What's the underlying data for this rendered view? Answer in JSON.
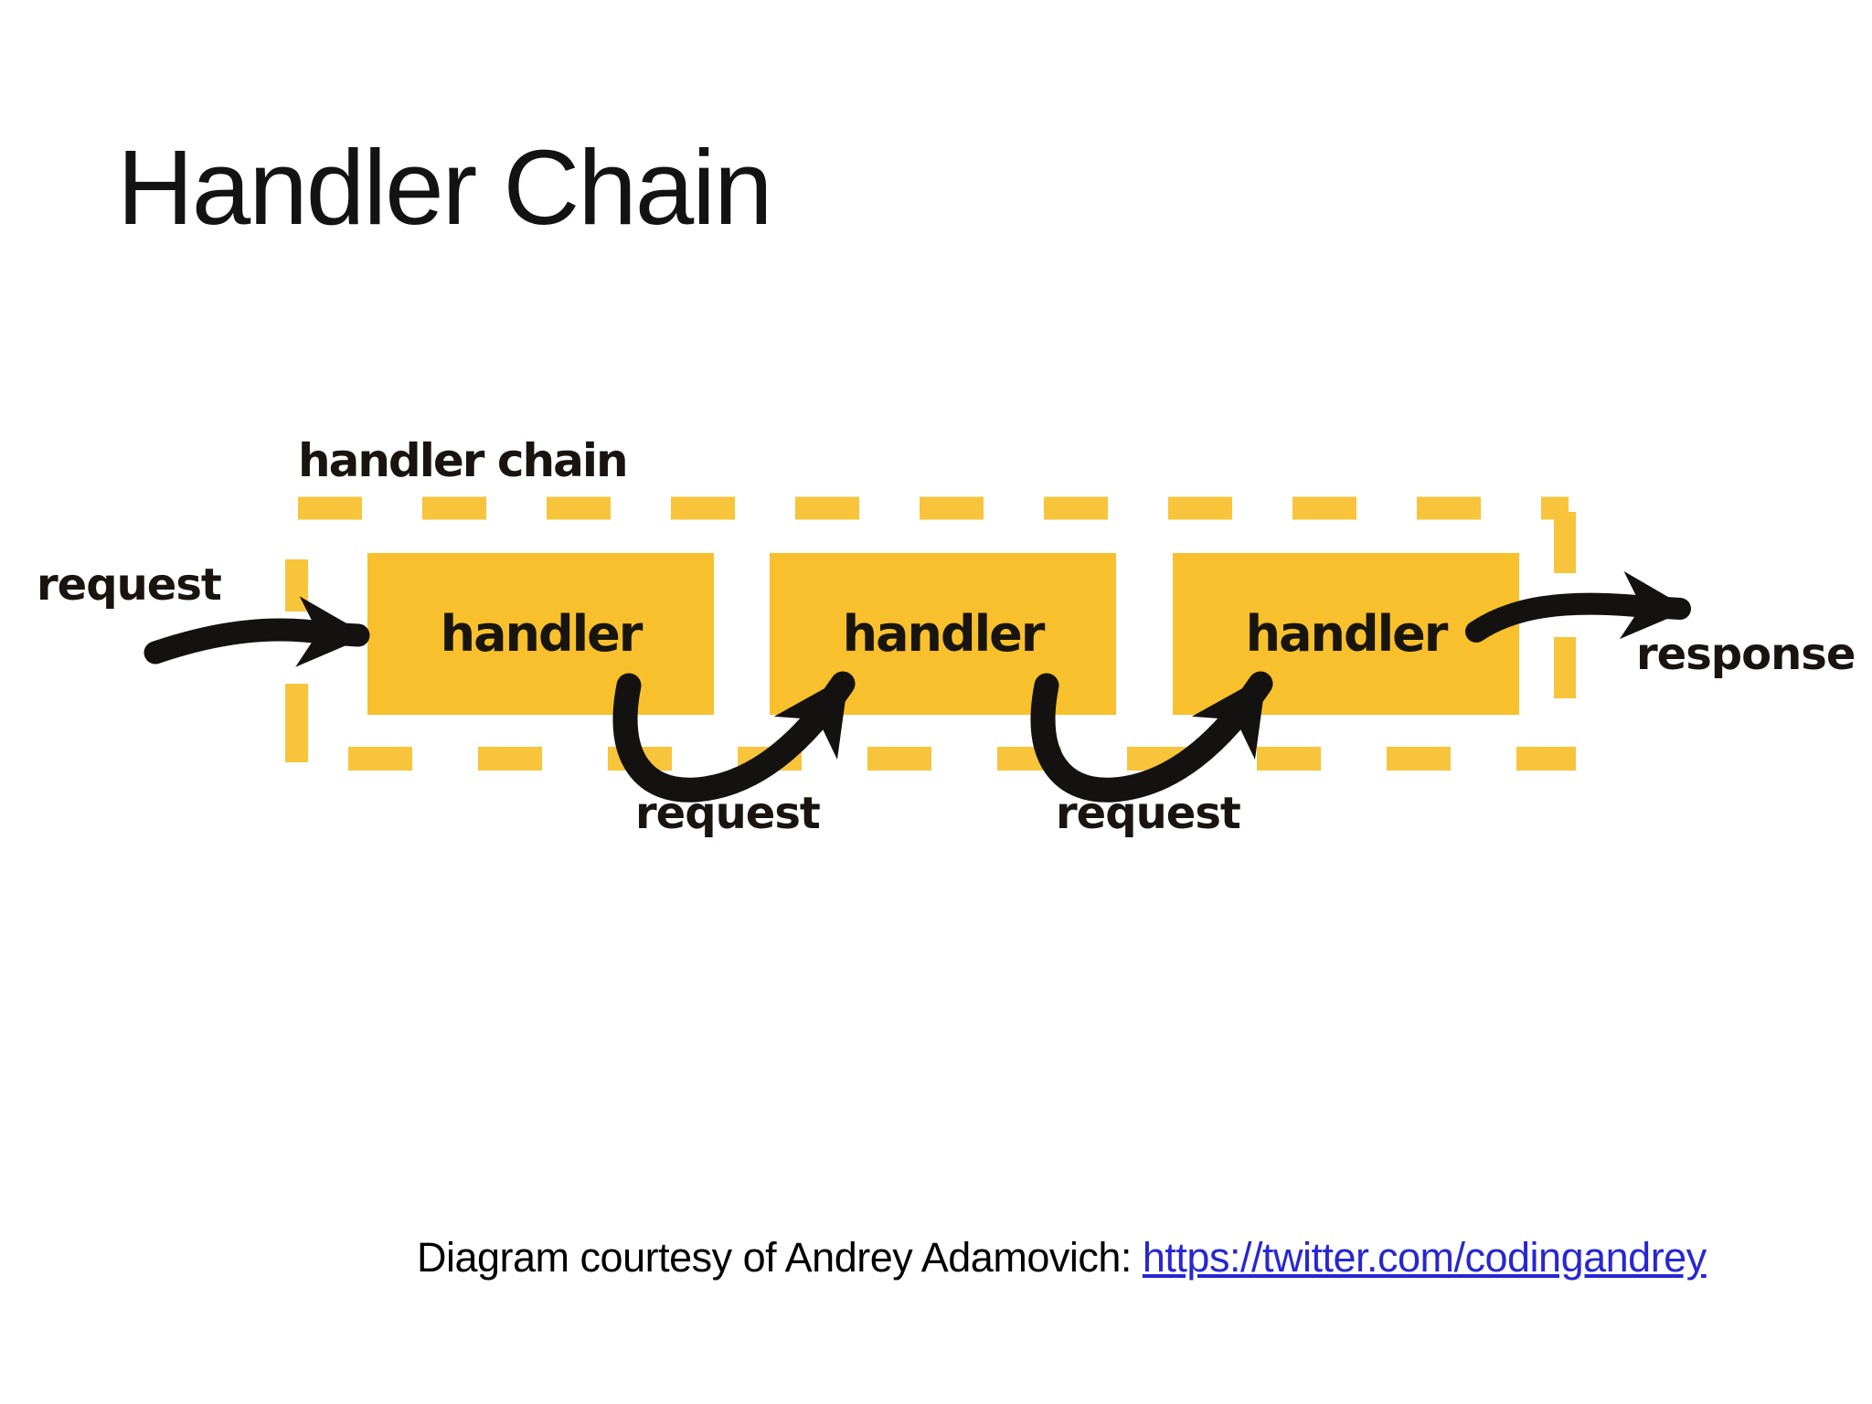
{
  "slide": {
    "title": "Handler Chain"
  },
  "diagram": {
    "chain_label": "handler chain",
    "boxes": [
      {
        "label": "handler"
      },
      {
        "label": "handler"
      },
      {
        "label": "handler"
      }
    ],
    "request_in_label": "request",
    "request_mid_labels": [
      "request",
      "request"
    ],
    "response_label": "response",
    "colors": {
      "box_fill": "#F8C02C",
      "dash_border": "#F7C43B",
      "arrow_black": "#141210",
      "label_text": "#191410"
    }
  },
  "attribution": {
    "prefix": "Diagram courtesy of Andrey Adamovich: ",
    "link_text": "https://twitter.com/codingandrey"
  }
}
